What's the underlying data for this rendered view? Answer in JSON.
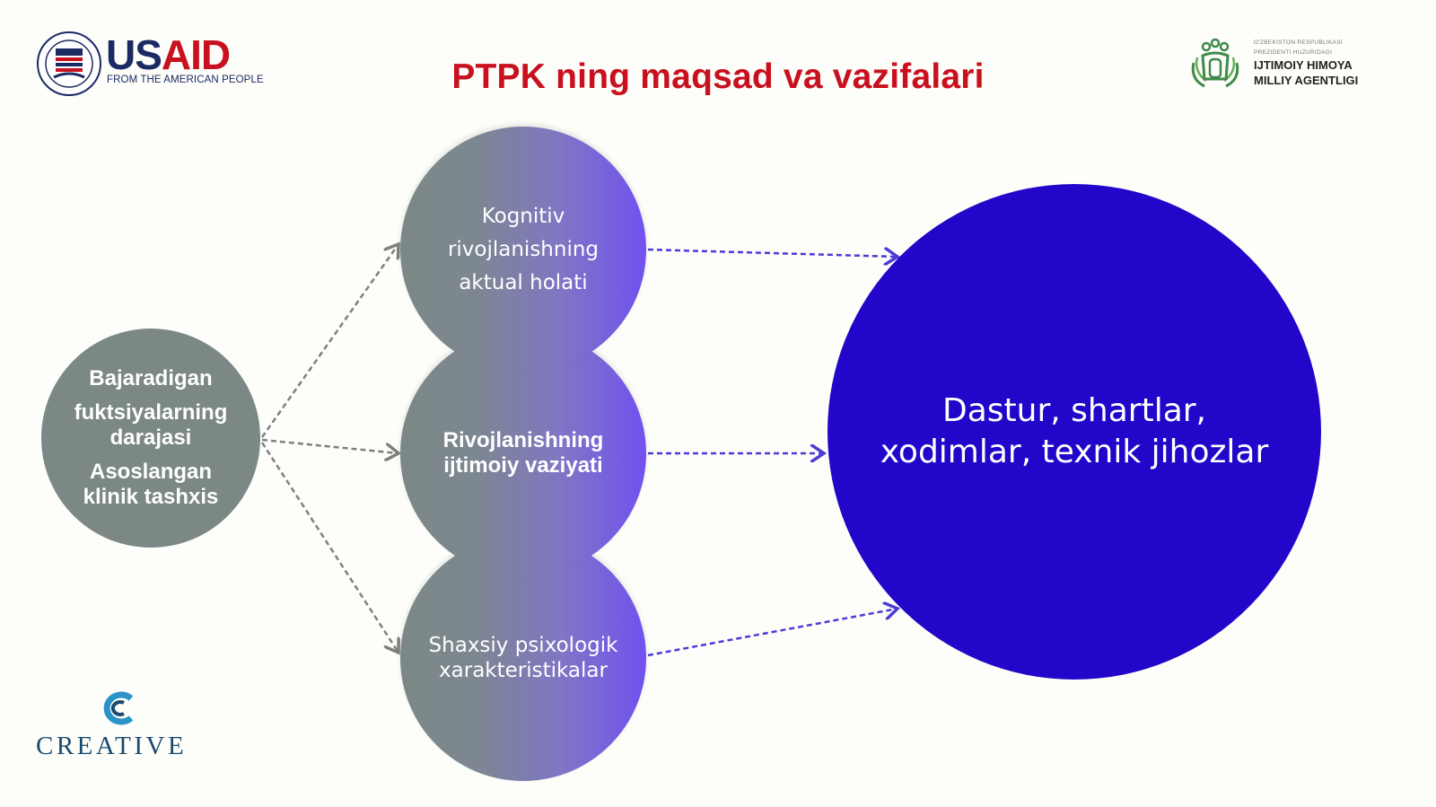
{
  "title": "PTPK ning maqsad va vazifalari",
  "logos": {
    "usaid_us": "US",
    "usaid_aid": "AID",
    "usaid_tagline": "FROM THE AMERICAN PEOPLE",
    "agency_small_line1": "O'ZBEKISTON RESPUBLIKASI",
    "agency_small_line2": "PREZIDENTI HUZURIDAGI",
    "agency_name_line1": "IJTIMOIY HIMOYA",
    "agency_name_line2": "MILLIY AGENTLIGI",
    "creative": "CREATIVE"
  },
  "diagram": {
    "left_node": {
      "line1": "Bajaradigan",
      "line2": "fuktsiyalarning",
      "line3": "darajasi",
      "line4": "Asoslangan",
      "line5": "klinik tashxis"
    },
    "middle_nodes": [
      {
        "text": "Kognitiv rivojlanishning aktual holati"
      },
      {
        "text": "Rivojlanishning ijtimoiy vaziyati"
      },
      {
        "text": "Shaxsiy psixologik xarakteristikalar"
      }
    ],
    "target_node": {
      "text": "Dastur, shartlar, xodimlar, texnik jihozlar"
    }
  },
  "colors": {
    "title": "#c8101e",
    "gray_node": "#7b8886",
    "purple_gradient_end": "#7151ef",
    "target_node": "#2206c9",
    "gray_arrow": "#7f7f7f",
    "blue_arrow": "#4a3cd6"
  }
}
